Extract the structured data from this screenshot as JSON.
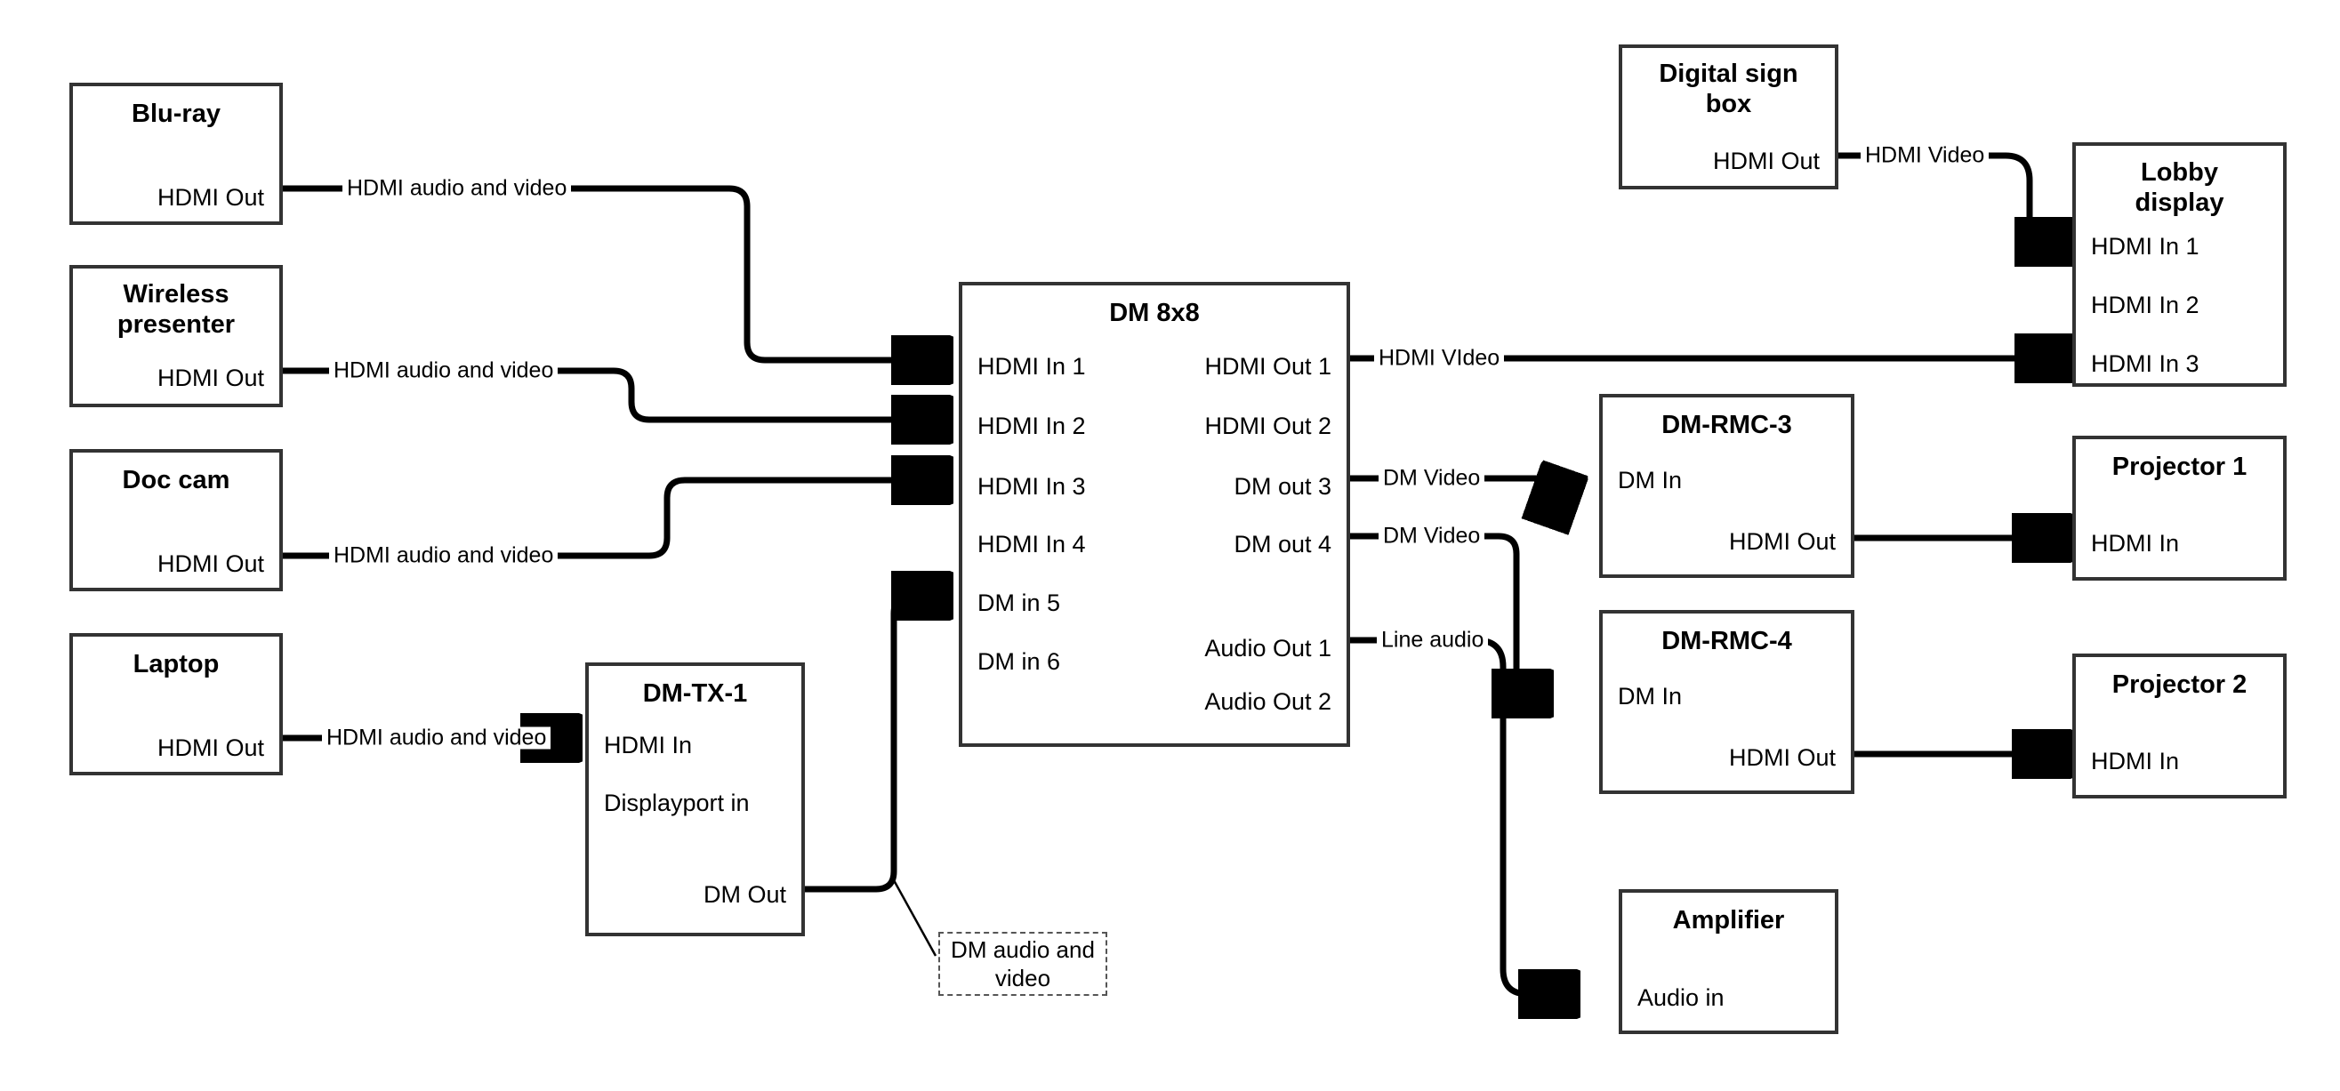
{
  "diagram": {
    "title": "AV signal flow diagram",
    "line_color": "#000000",
    "box_border_color": "#333333",
    "background": "#ffffff"
  },
  "nodes": [
    {
      "id": "blu-ray",
      "title": "Blu-ray",
      "ports": [
        {
          "label": "HDMI Out",
          "side": "right"
        }
      ]
    },
    {
      "id": "wireless-presenter",
      "title": "Wireless\npresenter",
      "ports": [
        {
          "label": "HDMI Out",
          "side": "right"
        }
      ]
    },
    {
      "id": "doc-cam",
      "title": "Doc cam",
      "ports": [
        {
          "label": "HDMI Out",
          "side": "right"
        }
      ]
    },
    {
      "id": "laptop",
      "title": "Laptop",
      "ports": [
        {
          "label": "HDMI Out",
          "side": "right"
        }
      ]
    },
    {
      "id": "dm-tx-1",
      "title": "DM-TX-1",
      "ports": [
        {
          "label": "HDMI In",
          "side": "left"
        },
        {
          "label": "Displayport in",
          "side": "left"
        },
        {
          "label": "DM Out",
          "side": "right"
        }
      ]
    },
    {
      "id": "dm-8x8",
      "title": "DM 8x8",
      "ports": [
        {
          "label": "HDMI In 1",
          "side": "left"
        },
        {
          "label": "HDMI In 2",
          "side": "left"
        },
        {
          "label": "HDMI In 3",
          "side": "left"
        },
        {
          "label": "HDMI In 4",
          "side": "left"
        },
        {
          "label": "DM in 5",
          "side": "left"
        },
        {
          "label": "DM in 6",
          "side": "left"
        },
        {
          "label": "HDMI Out 1",
          "side": "right"
        },
        {
          "label": "HDMI Out 2",
          "side": "right"
        },
        {
          "label": "DM out 3",
          "side": "right"
        },
        {
          "label": "DM out 4",
          "side": "right"
        },
        {
          "label": "Audio Out 1",
          "side": "right"
        },
        {
          "label": "Audio Out 2",
          "side": "right"
        }
      ]
    },
    {
      "id": "digital-sign-box",
      "title": "Digital sign\nbox",
      "ports": [
        {
          "label": "HDMI Out",
          "side": "right"
        }
      ]
    },
    {
      "id": "lobby-display",
      "title": "Lobby\ndisplay",
      "ports": [
        {
          "label": "HDMI In 1",
          "side": "left"
        },
        {
          "label": "HDMI In 2",
          "side": "left"
        },
        {
          "label": "HDMI In 3",
          "side": "left"
        }
      ]
    },
    {
      "id": "dm-rmc-3",
      "title": "DM-RMC-3",
      "ports": [
        {
          "label": "DM In",
          "side": "left"
        },
        {
          "label": "HDMI Out",
          "side": "right"
        }
      ]
    },
    {
      "id": "dm-rmc-4",
      "title": "DM-RMC-4",
      "ports": [
        {
          "label": "DM In",
          "side": "left"
        },
        {
          "label": "HDMI Out",
          "side": "right"
        }
      ]
    },
    {
      "id": "projector-1",
      "title": "Projector 1",
      "ports": [
        {
          "label": "HDMI In",
          "side": "left"
        }
      ]
    },
    {
      "id": "projector-2",
      "title": "Projector 2",
      "ports": [
        {
          "label": "HDMI In",
          "side": "left"
        }
      ]
    },
    {
      "id": "amplifier",
      "title": "Amplifier",
      "ports": [
        {
          "label": "Audio in",
          "side": "left"
        }
      ]
    }
  ],
  "labels": {
    "blu_ray_link": "HDMI audio and video",
    "wireless_link": "HDMI audio and video",
    "doc_cam_link": "HDMI audio and video",
    "laptop_link": "HDMI audio and video",
    "sign_link": "HDMI Video",
    "hdmi_out1_link": "HDMI VIdeo",
    "dm_out3_link": "DM Video",
    "dm_out4_link": "DM Video",
    "audio_out1_link": "Line audio",
    "dm_tx_note": "DM audio and\nvideo"
  },
  "node_titles": {
    "blu_ray": "Blu-ray",
    "wireless_presenter": "Wireless\npresenter",
    "doc_cam": "Doc cam",
    "laptop": "Laptop",
    "dm_tx_1": "DM-TX-1",
    "dm_8x8": "DM 8x8",
    "digital_sign_box": "Digital sign\nbox",
    "lobby_display": "Lobby\ndisplay",
    "dm_rmc_3": "DM-RMC-3",
    "dm_rmc_4": "DM-RMC-4",
    "projector_1": "Projector 1",
    "projector_2": "Projector 2",
    "amplifier": "Amplifier"
  },
  "ports": {
    "hdmi_out": "HDMI Out",
    "hdmi_in": "HDMI In",
    "displayport_in": "Displayport in",
    "dm_out": "DM Out",
    "dm_in": "DM In",
    "audio_in": "Audio in",
    "dm8_in1": "HDMI In 1",
    "dm8_in2": "HDMI In 2",
    "dm8_in3": "HDMI In 3",
    "dm8_in4": "HDMI In 4",
    "dm8_in5": "DM in 5",
    "dm8_in6": "DM in 6",
    "dm8_out1": "HDMI Out 1",
    "dm8_out2": "HDMI Out 2",
    "dm8_out3": "DM out 3",
    "dm8_out4": "DM out 4",
    "dm8_aout1": "Audio Out 1",
    "dm8_aout2": "Audio Out 2",
    "lobby_in1": "HDMI In 1",
    "lobby_in2": "HDMI In 2",
    "lobby_in3": "HDMI In 3"
  }
}
